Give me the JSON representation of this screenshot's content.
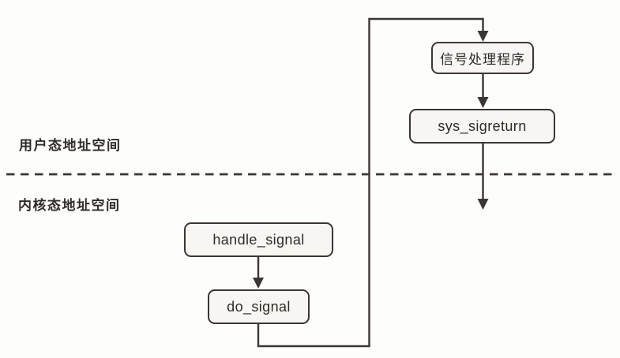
{
  "diagram": {
    "title": "signal-handling-flow",
    "regions": {
      "user_space_label": "用户态地址空间",
      "kernel_space_label": "内核态地址空间"
    },
    "nodes": {
      "signal_handler": "信号处理程序",
      "sys_sigreturn": "sys_sigreturn",
      "handle_signal": "handle_signal",
      "do_signal": "do_signal"
    },
    "colors": {
      "line": "#3b3633",
      "box_fill": "#f7f6f2",
      "box_border": "#3b3633",
      "text": "#2f2b28",
      "background": "#fdfdfb"
    }
  }
}
